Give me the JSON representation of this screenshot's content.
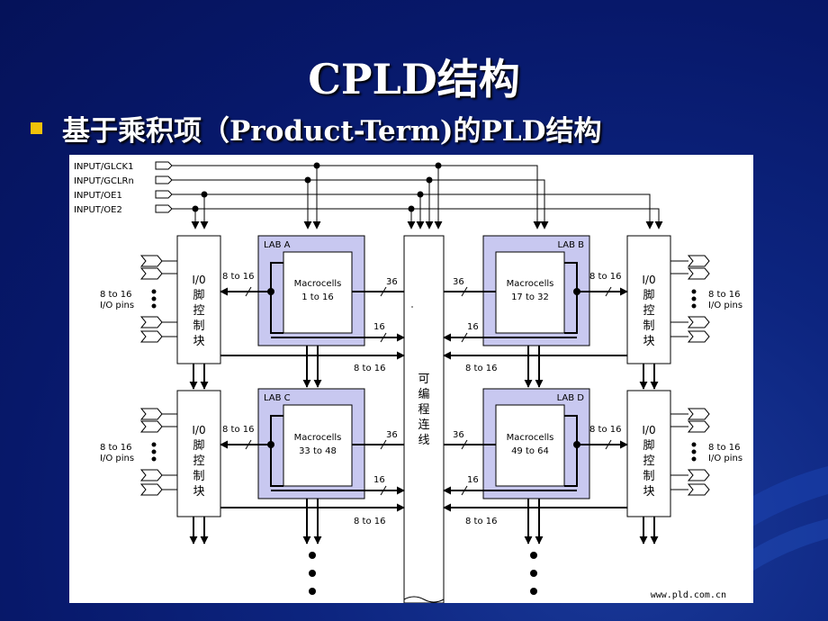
{
  "slide": {
    "title": "CPLD结构",
    "bullet": "基于乘积项（Product-Term)的PLD结构"
  },
  "colors": {
    "background": "#0a1f78",
    "bullet": "#f2c20a",
    "lab_fill": "#c8c8f0",
    "text": "#ffffff"
  },
  "diagram": {
    "inputs": [
      "INPUT/GLCK1",
      "INPUT/GCLRn",
      "INPUT/OE1",
      "INPUT/OE2"
    ],
    "labs": [
      {
        "name": "LAB A",
        "macro": "Macrocells",
        "range": "1 to 16"
      },
      {
        "name": "LAB B",
        "macro": "Macrocells",
        "range": "17 to 32"
      },
      {
        "name": "LAB C",
        "macro": "Macrocells",
        "range": "33 to 48"
      },
      {
        "name": "LAB D",
        "macro": "Macrocells",
        "range": "49 to 64"
      }
    ],
    "io_block": [
      "I/0",
      "脚",
      "控",
      "制",
      "块"
    ],
    "interconnect": [
      "可",
      "编",
      "程",
      "连",
      "线"
    ],
    "io_pins": {
      "count": "8 to 16",
      "label": "I/O pins"
    },
    "bus_8_16": "8 to 16",
    "bus_36": "36",
    "bus_16": "16",
    "watermark": "www.pld.com.cn"
  }
}
